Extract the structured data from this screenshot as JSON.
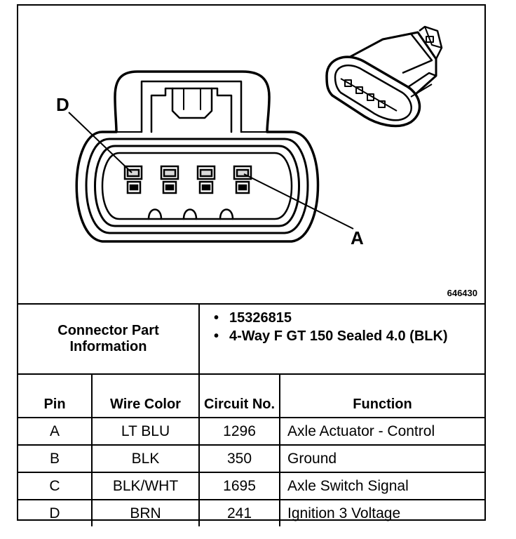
{
  "diagram": {
    "pin_labels": {
      "d": "D",
      "a": "A"
    },
    "figure_number": "646430"
  },
  "connector_info": {
    "label": "Connector Part Information",
    "items": [
      "15326815",
      "4-Way F GT 150 Sealed 4.0 (BLK)"
    ]
  },
  "table": {
    "headers": {
      "pin": "Pin",
      "wire_color": "Wire Color",
      "circuit_no": "Circuit No.",
      "function": "Function"
    },
    "rows": [
      {
        "pin": "A",
        "wire_color": "LT BLU",
        "circuit_no": "1296",
        "function": "Axle Actuator - Control"
      },
      {
        "pin": "B",
        "wire_color": "BLK",
        "circuit_no": "350",
        "function": "Ground"
      },
      {
        "pin": "C",
        "wire_color": "BLK/WHT",
        "circuit_no": "1695",
        "function": "Axle Switch Signal"
      },
      {
        "pin": "D",
        "wire_color": "BRN",
        "circuit_no": "241",
        "function": "Ignition 3 Voltage"
      }
    ]
  }
}
